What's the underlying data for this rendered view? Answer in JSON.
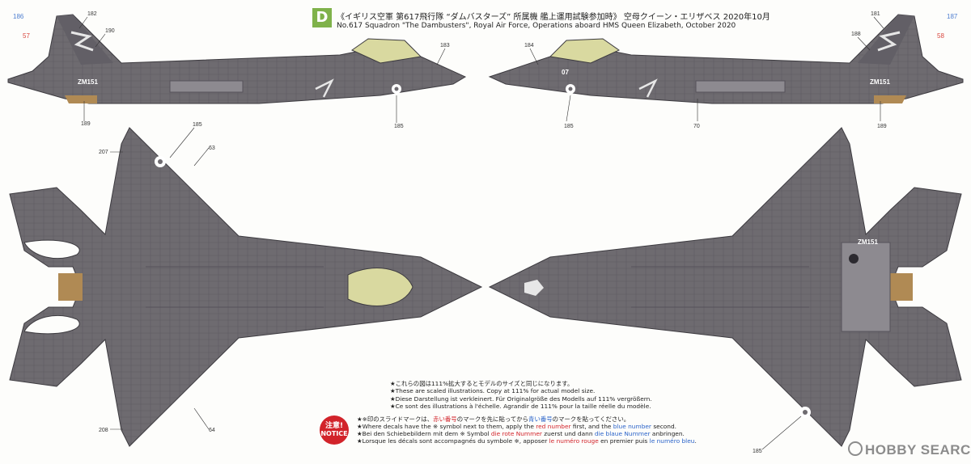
{
  "header": {
    "letter": "D",
    "title_jp": "《イギリス空軍 第617飛行隊 “ダムバスターズ” 所属機 艦上運用試験参加時》 空母クイーン・エリザベス 2020年10月",
    "title_en": "No.617 Squadron \"The Dambusters\", Royal Air Force, Operations aboard HMS Queen Elizabeth, October 2020"
  },
  "scale_notes": [
    "★これらの図は111%拡大するとモデルのサイズと同じになります。",
    "★These are scaled illustrations. Copy at 111% for actual model size.",
    "★Diese Darstellung ist verkleinert. Für Originalgröße des Modells auf 111% vergrößern.",
    "★Ce sont des illustrations à l'échelle. Agrandir de 111% pour la taille réelle du modèle."
  ],
  "caution": {
    "badge_jp": "注意!",
    "badge_en": "NOTICE",
    "jp": {
      "a": "★※印のスライドマークは、",
      "red": "赤い番号",
      "b": "のマークを先に貼ってから",
      "blue": "青い番号",
      "c": "のマークを貼ってください。"
    },
    "en": {
      "a": "★Where decals have the ※ symbol next to them, apply the ",
      "red": "red number",
      "b": " first, and the ",
      "blue": "blue number",
      "c": " second."
    },
    "de": {
      "a": "★Bei den Schiebebildern mit dem ※ Symbol ",
      "red": "die rote Nummer",
      "b": " zuerst und dann ",
      "blue": "die blaue Nummer",
      "c": " anbringen."
    },
    "fr": {
      "a": "★Lorsque les décals sont accompagnés du symbole ※, apposer ",
      "red": "le numéro rouge",
      "b": " en premier puis ",
      "blue": "le numéro bleu",
      "c": "."
    }
  },
  "callouts": {
    "left_side": [
      "186",
      "57",
      "182",
      "190",
      "183",
      "189",
      "185"
    ],
    "right_side": [
      "184",
      "181",
      "187",
      "188",
      "58",
      "185",
      "70",
      "189"
    ],
    "top_view": [
      "185",
      "207",
      "63",
      "208",
      "64"
    ],
    "bottom_view": [
      "185"
    ]
  },
  "aircraft_markings": {
    "code_tail": "ZM151",
    "code_bottom": "ZM151",
    "nose_number": "07"
  },
  "watermark": "HOBBY SEARCH",
  "colors": {
    "aircraft_gray": "#6e6b70",
    "aircraft_dark": "#55525a",
    "canopy": "#d9d9a0",
    "badge_green": "#7fb24a",
    "caution_red": "#d2232a",
    "red_number": "#d9473f",
    "blue_number": "#4f7fd0"
  }
}
